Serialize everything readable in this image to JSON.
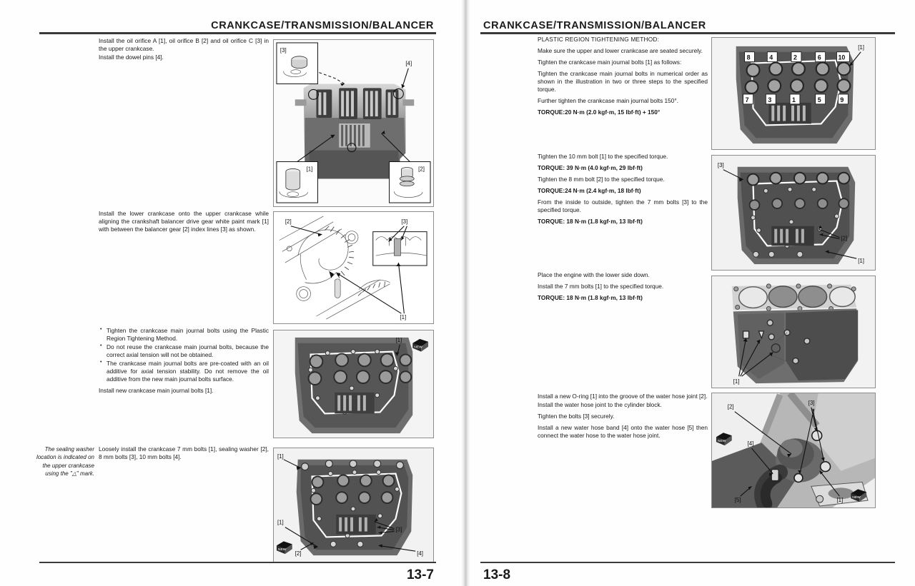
{
  "document": {
    "type": "service-manual-two-page-spread",
    "section_title": "CRANKCASE/TRANSMISSION/BALANCER"
  },
  "left_page": {
    "header": "CRANKCASE/TRANSMISSION/BALANCER",
    "page_number": "13-7",
    "blocks": {
      "b1_line1": "Install the oil orifice A [1], oil orifice B [2] and oil orifice C [3] in the upper crankcase.",
      "b1_line2": "Install the dowel pins [4].",
      "b2": "Install the lower crankcase onto the upper crankcase while aligning the crankshaft balancer drive gear white paint mark [1] with between the balancer gear [2] index lines [3] as shown.",
      "b3_bullets": [
        "Tighten the crankcase main journal bolts using the Plastic Region Tightening Method.",
        "Do not reuse the crankcase main journal bolts, because the correct axial tension will not be obtained.",
        "The crankcase main journal bolts are pre-coated with an oil additive for axial tension stability. Do not remove the oil additive from the new main journal bolts surface."
      ],
      "b3_after": "Install new crankcase main journal bolts [1].",
      "b4_note": "The sealing washer location is indicated on the upper crankcase using the \"△\" mark.",
      "b4": "Loosely install the crankcase 7 mm bolts [1], sealing washer [2], 8 mm bolts [3], 10 mm bolts [4]."
    },
    "figures": [
      {
        "name": "oil-orifice-dowel-pin-figure",
        "callouts": [
          "[1]",
          "[2]",
          "[3]",
          "[4]"
        ],
        "description": "Upper crankcase photo with inset detail boxes for oil orifices A, B, C and dowel pins"
      },
      {
        "name": "balancer-gear-alignment-figure",
        "callouts": [
          "[1]",
          "[2]",
          "[3]"
        ],
        "description": "Line drawing of crankshaft balancer drive gear paint mark aligned between balancer gear index lines"
      },
      {
        "name": "main-journal-bolts-figure",
        "callouts": [
          "[1]"
        ],
        "icons": [
          "new-part-icon"
        ],
        "description": "Lower crankcase photo showing new main journal bolt locations"
      },
      {
        "name": "crankcase-bolts-install-figure",
        "callouts": [
          "[1]",
          "[1]",
          "[2]",
          "[3]",
          "[4]"
        ],
        "icons": [
          "new-part-icon"
        ],
        "description": "Crankcase photo showing 7 mm, 8 mm and 10 mm bolt and sealing washer locations"
      }
    ]
  },
  "right_page": {
    "header": "CRANKCASE/TRANSMISSION/BALANCER",
    "page_number": "13-8",
    "blocks": {
      "b1_title": "PLASTIC REGION TIGHTENING METHOD:",
      "b1_p1": "Make sure the upper and lower crankcase are seated securely.",
      "b1_p2": "Tighten the crankcase main journal bolts [1] as follows:",
      "b1_p3": "Tighten the crankcase main journal bolts in numerical order as shown in the illustration in two or three steps to the specified torque.",
      "b1_p4": "Further tighten the crankcase main journal bolts 150°.",
      "b1_torque": "TORQUE:20 N·m (2.0 kgf·m, 15 lbf·ft) + 150°",
      "b2_p1": "Tighten the 10 mm bolt [1] to the specified torque.",
      "b2_torque1": "TORQUE: 39 N·m (4.0 kgf·m, 29 lbf·ft)",
      "b2_p2": "Tighten the 8 mm bolt [2] to the specified torque.",
      "b2_torque2": "TORQUE:24 N·m (2.4 kgf·m, 18 lbf·ft)",
      "b2_p3": "From the inside to outside, tighten the 7 mm bolts [3] to the specified torque.",
      "b2_torque3": "TORQUE: 18 N·m (1.8 kgf·m, 13 lbf·ft)",
      "b3_p1": "Place the engine with the lower side down.",
      "b3_p2": "Install the 7 mm bolts [1] to the specified torque.",
      "b3_torque": "TORQUE: 18 N·m (1.8 kgf·m, 13 lbf·ft)",
      "b4_p1": "Install a new O-ring [1] into the groove of the water hose joint [2].",
      "b4_p2": "Install the water hose joint to the cylinder block.",
      "b4_p3": "Tighten the bolts [3] securely.",
      "b4_p4": "Install a new water hose band [4] onto the water hose [5] then connect the water hose to the water hose joint."
    },
    "figures": [
      {
        "name": "bolt-tightening-sequence-figure",
        "callouts": [
          "[1]"
        ],
        "sequence_top": [
          "8",
          "4",
          "2",
          "6",
          "10"
        ],
        "sequence_bottom": [
          "7",
          "3",
          "1",
          "5",
          "9"
        ],
        "description": "Crankcase photo with numbered main journal bolt tightening order"
      },
      {
        "name": "crankcase-bolt-torque-figure",
        "callouts": [
          "[1]",
          "[2]",
          "[3]"
        ],
        "description": "Crankcase photo showing 10 mm, 8 mm and 7 mm bolt locations"
      },
      {
        "name": "lower-side-down-bolts-figure",
        "callouts": [
          "[1]"
        ],
        "description": "Cylinder block photo with four bores showing 7 mm bolt locations"
      },
      {
        "name": "water-hose-joint-figure",
        "callouts": [
          "[1]",
          "[2]",
          "[3]",
          "[4]",
          "[5]"
        ],
        "icons": [
          "new-part-icon",
          "new-part-icon"
        ],
        "description": "Water hose joint installation photo with O-ring, bolts and hose band"
      }
    ]
  },
  "icons": {
    "new_part_label": "NEW"
  },
  "colors": {
    "rule": "#3a3a3a",
    "text": "#181818",
    "panel_border": "#8d8d8d"
  }
}
